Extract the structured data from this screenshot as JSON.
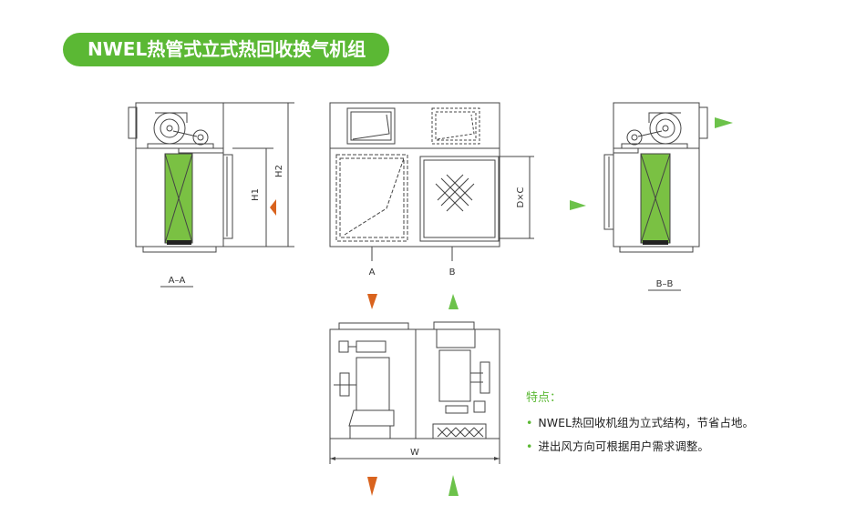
{
  "title": "NWEL热管式立式热回收换气机组",
  "labels": {
    "section_aa": "A–A",
    "section_bb": "B–B",
    "h1": "H1",
    "h2": "H2",
    "dxc": "D×C",
    "a": "A",
    "b": "B",
    "w": "W"
  },
  "features": {
    "heading": "特点：",
    "items": [
      "NWEL热回收机组为立式结构，节省占地。",
      "进出风方向可根据用户需求调整。"
    ]
  },
  "colors": {
    "accent_green": "#5bb834",
    "coil_green": "#7ac143",
    "arrow_orange": "#d9631e",
    "arrow_green": "#6cc24a",
    "line": "#444444"
  }
}
